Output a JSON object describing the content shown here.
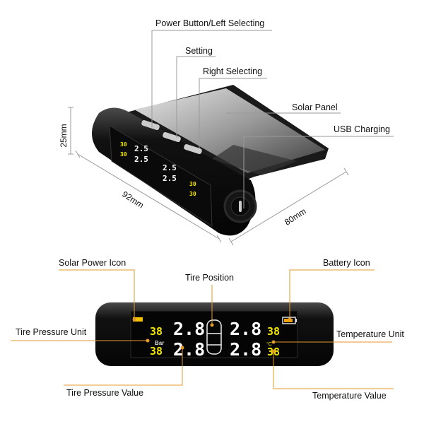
{
  "colors": {
    "leader_gray": "#9a9a9a",
    "leader_orange": "#e39a2a",
    "lcd_yellow": "#f2e600",
    "lcd_white": "#ffffff",
    "body": "#111111"
  },
  "top_labels": {
    "power_button": "Power Button/Left Selecting",
    "setting": "Setting",
    "right_selecting": "Right Selecting",
    "solar_panel": "Solar Panel",
    "usb_charging": "USB Charging"
  },
  "dimensions": {
    "height": "25mm",
    "length": "92mm",
    "depth": "80mm"
  },
  "display_labels": {
    "solar_power_icon": "Solar Power Icon",
    "tire_position": "Tire Position",
    "battery_icon": "Battery Icon",
    "tire_pressure_unit": "Tire Pressure Unit",
    "temperature_unit": "Temperature Unit",
    "tire_pressure_value": "Tire Pressure Value",
    "temperature_value": "Temperature Value"
  },
  "lcd": {
    "pressure_fl": "2.8",
    "pressure_rl": "2.8",
    "pressure_fr": "2.8",
    "pressure_rr": "2.8",
    "temp_left_top": "38",
    "temp_left_bottom": "38",
    "temp_right_top": "38",
    "temp_right_bottom": "38",
    "pressure_unit": "Bar",
    "temp_unit": "°C"
  },
  "top_lcd": {
    "p1": "2.5",
    "p2": "2.5",
    "p3": "2.5",
    "p4": "2.5",
    "t1": "30",
    "t2": "30",
    "t3": "30",
    "t4": "30"
  }
}
